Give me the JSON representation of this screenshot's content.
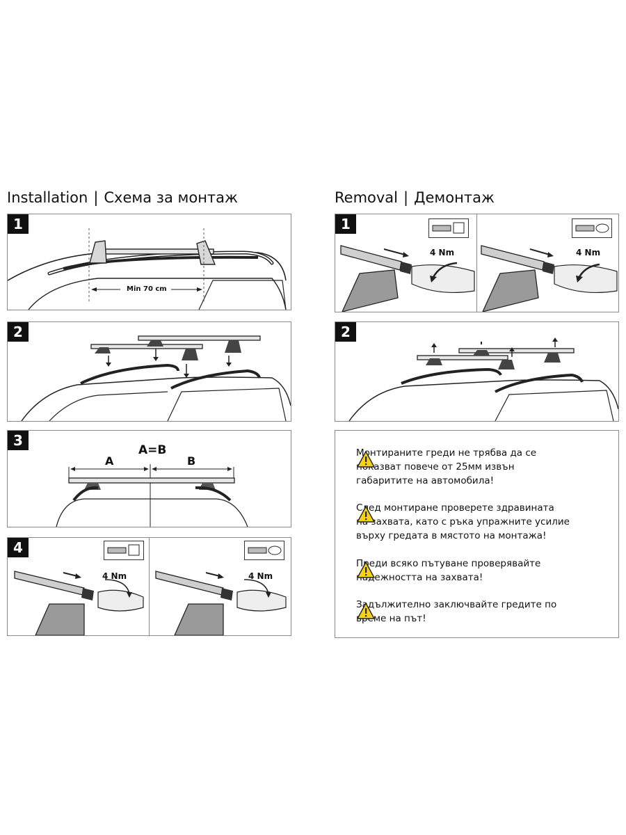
{
  "installation": {
    "title_en": "Installation",
    "separator": "|",
    "title_bg": "Схема за монтаж",
    "step1": {
      "number": "1",
      "label": "Min 70 cm"
    },
    "step2": {
      "number": "2"
    },
    "step3": {
      "number": "3",
      "equation": "A=B",
      "label_a": "A",
      "label_b": "B"
    },
    "step4": {
      "number": "4",
      "torque_left": "4 Nm",
      "torque_right": "4 Nm"
    }
  },
  "removal": {
    "title_en": "Removal",
    "separator": "|",
    "title_bg": "Демонтаж",
    "step1": {
      "number": "1",
      "torque_left": "4 Nm",
      "torque_right": "4 Nm"
    },
    "step2": {
      "number": "2"
    }
  },
  "warnings": [
    {
      "icon": "warning-triangle-icon",
      "text": "Монтираните греди не трябва да се\nпоказват  повече от 25мм извън\nгабаритите на автомобила!"
    },
    {
      "icon": "warning-triangle-icon",
      "text": "След монтиране проверете здравината\nна захвата, като с ръка упражните усилие\nвърху гредата в мястото на монтажа!"
    },
    {
      "icon": "warning-triangle-icon",
      "text": "Преди всяко пътуване проверявайте\nнадежността на захвата!"
    },
    {
      "icon": "warning-triangle-icon",
      "text": "Задължително заключвайте гредите по\nвреме на път!"
    }
  ],
  "colors": {
    "warning_fill": "#f5d01c",
    "ink": "#111111",
    "step_badge": "#111111"
  }
}
